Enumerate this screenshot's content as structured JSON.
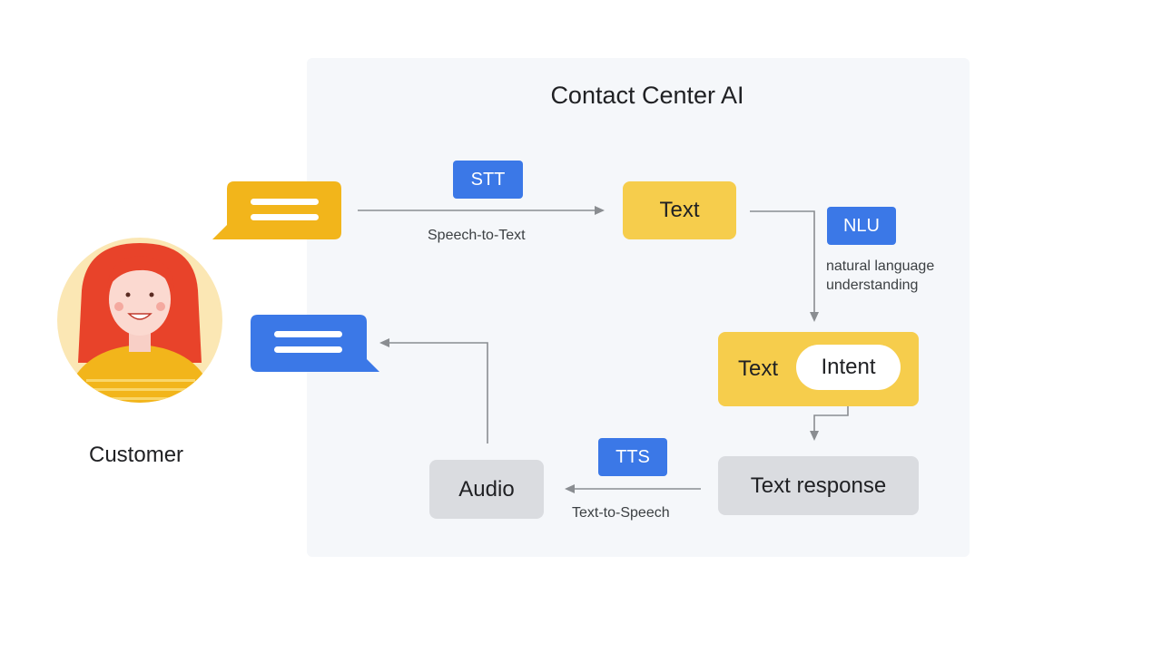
{
  "diagram": {
    "title": "Contact Center AI",
    "customer_label": "Customer",
    "stt": {
      "chip": "STT",
      "caption": "Speech-to-Text"
    },
    "nlu": {
      "chip": "NLU",
      "caption_line1": "natural language",
      "caption_line2": "understanding"
    },
    "tts": {
      "chip": "TTS",
      "caption": "Text-to-Speech"
    },
    "nodes": {
      "text": "Text",
      "text_intent_text": "Text",
      "intent": "Intent",
      "text_response": "Text response",
      "audio": "Audio"
    },
    "colors": {
      "blue": "#3b78e7",
      "yellow": "#f6cd4c",
      "amber_bubble": "#f2b51b",
      "gray": "#dadce0",
      "panel": "#f5f7fa",
      "arrow": "#8a8d91"
    }
  }
}
